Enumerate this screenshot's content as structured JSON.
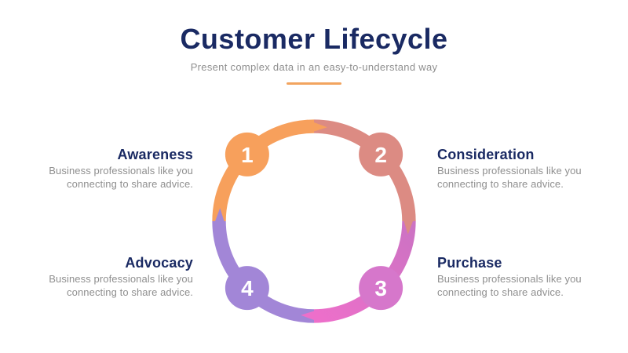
{
  "header": {
    "title": "Customer Lifecycle",
    "subtitle": "Present complex data in an easy-to-understand way"
  },
  "colors": {
    "title_navy": "#1A2A63",
    "text_gray": "#8F8F8F",
    "underline_orange": "#F2A45F",
    "orange": "#F7A05C",
    "salmon": "#DC8B83",
    "magenta_start": "#CC73C3",
    "magenta_end": "#ED6FCA",
    "purple": "#A286D7",
    "node_number_white": "#FFFFFF"
  },
  "diagram": {
    "type": "cycle",
    "direction": "clockwise",
    "steps": [
      {
        "number": "1",
        "label": "Awareness",
        "description": "Business professionals like you connecting to share advice.",
        "color": "#F7A05C",
        "position": "top-left"
      },
      {
        "number": "2",
        "label": "Consideration",
        "description": "Business professionals like you connecting to share advice.",
        "color": "#DC8B83",
        "position": "top-right"
      },
      {
        "number": "3",
        "label": "Purchase",
        "description": "Business professionals like you connecting to share advice.",
        "color": "#D677CB",
        "position": "bottom-right"
      },
      {
        "number": "4",
        "label": "Advocacy",
        "description": "Business professionals like you connecting to share advice.",
        "color": "#A286D7",
        "position": "bottom-left"
      }
    ]
  }
}
